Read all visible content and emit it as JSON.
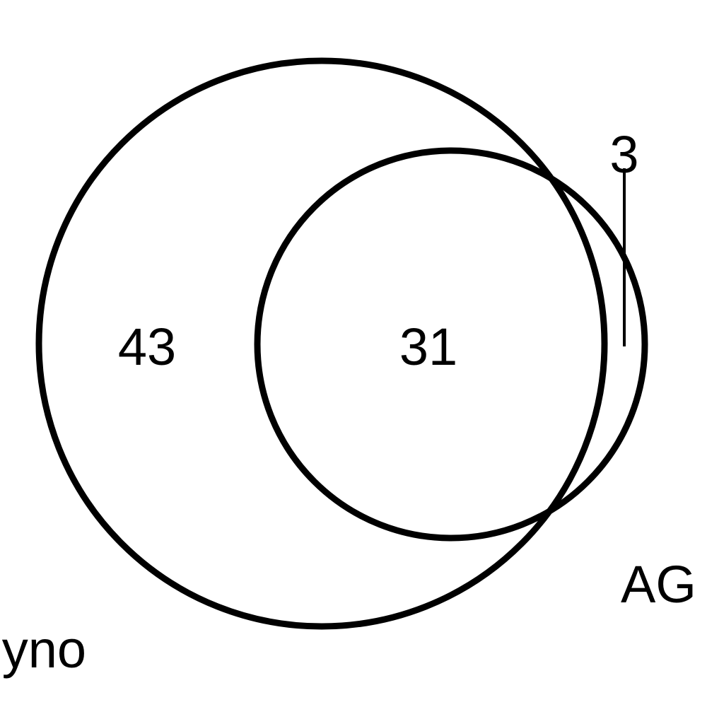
{
  "diagram": {
    "type": "venn",
    "sets": [
      {
        "id": "a",
        "label": "yno"
      },
      {
        "id": "b",
        "label": "AG"
      }
    ],
    "regions": {
      "a_only": "43",
      "a_and_b": "31",
      "b_only": "3"
    },
    "colors": {
      "stroke": "#000000",
      "background": "#ffffff"
    }
  }
}
